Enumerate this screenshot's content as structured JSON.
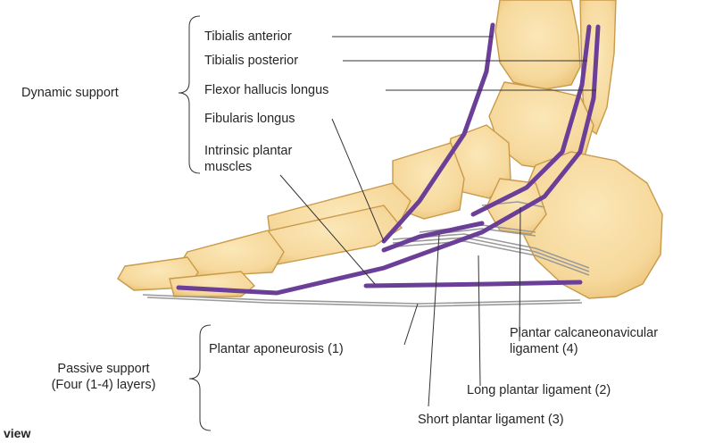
{
  "diagram": {
    "group_labels": {
      "dynamic": "Dynamic support",
      "passive_line1": "Passive support",
      "passive_line2": "(Four (1-4) layers)"
    },
    "dynamic_labels": {
      "tibialis_anterior": "Tibialis anterior",
      "tibialis_posterior": "Tibialis posterior",
      "flexor_hallucis_longus": "Flexor hallucis longus",
      "fibularis_longus": "Fibularis longus",
      "intrinsic_line1": "Intrinsic plantar",
      "intrinsic_line2": "muscles"
    },
    "passive_labels": {
      "plantar_aponeurosis": "Plantar aponeurosis (1)",
      "calcaneonavicular_line1": "Plantar calcaneonavicular",
      "calcaneonavicular_line2": "ligament (4)",
      "long_plantar": "Long plantar ligament (2)",
      "short_plantar": "Short plantar ligament (3)"
    },
    "view_label": "view",
    "colors": {
      "bone_fill": "#f6d89b",
      "bone_edge": "#c99a4a",
      "tendon": "#6b3f98",
      "ligament": "#9a9a9a",
      "leader_line": "#333333",
      "text": "#262626"
    }
  }
}
